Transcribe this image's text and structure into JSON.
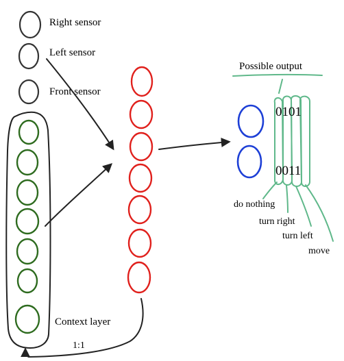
{
  "colors": {
    "sensor_stroke": "#333333",
    "context_stroke": "#2e6b1f",
    "hidden_stroke": "#e0201c",
    "output_stroke": "#5fb88a",
    "extra_output_stroke": "#1d3fd6",
    "arrow_stroke": "#222222"
  },
  "inputs": {
    "right_sensor": "Right sensor",
    "left_sensor": "Left sensor",
    "front_sensor": "Front sensor"
  },
  "context": {
    "label": "Context layer",
    "ratio": "1:1"
  },
  "output": {
    "title": "Possible output",
    "top_bits": "0101",
    "bottom_bits": "0011",
    "actions": [
      "do nothing",
      "turn right",
      "turn left",
      "move"
    ]
  }
}
